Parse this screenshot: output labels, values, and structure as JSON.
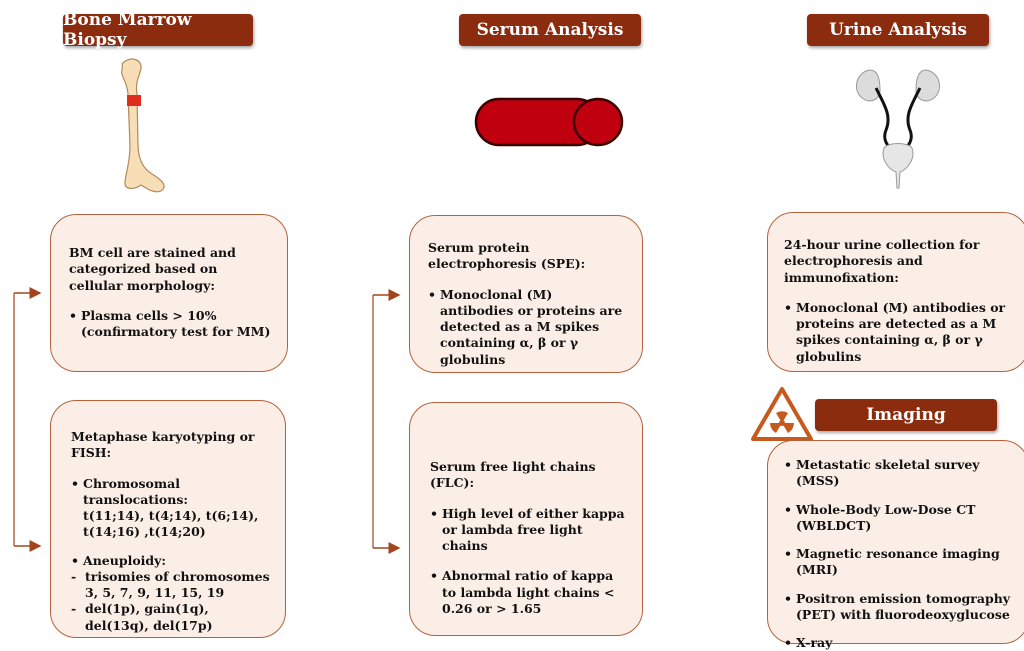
{
  "headers": {
    "bone_marrow": "Bone Marrow Biopsy",
    "serum": "Serum Analysis",
    "urine": "Urine Analysis",
    "imaging": "Imaging"
  },
  "bm_box1": {
    "title": "BM cell are stained and categorized based on cellular morphology:",
    "bullet": "•",
    "item1": "Plasma cells > 10%",
    "item1_cont": "(confirmatory test for MM)"
  },
  "bm_box2": {
    "title": "Metaphase karyotyping or FISH:",
    "bullet": "•",
    "item1": "Chromosomal translocations:",
    "item1_cont": "t(11;14), t(4;14), t(6;14), t(14;16) ,t(14;20)",
    "item2": "Aneuploidy:",
    "dash": "-",
    "sub1": "trisomies of chromosomes 3, 5, 7, 9, 11, 15, 19",
    "sub2": "del(1p), gain(1q), del(13q), del(17p)"
  },
  "serum_box1": {
    "title": "Serum protein electrophoresis (SPE):",
    "bullet": "•",
    "item1": "Monoclonal (M) antibodies or proteins are detected as a M spikes containing α, β or γ globulins"
  },
  "serum_box2": {
    "title": "Serum free light chains (FLC):",
    "bullet": "•",
    "item1": "High level of either kappa or lambda free light chains",
    "item2": "Abnormal ratio of kappa to lambda light chains < 0.26 or > 1.65"
  },
  "urine_box": {
    "title": "24-hour urine collection for electrophoresis and immunofixation:",
    "bullet": "•",
    "item1": "Monoclonal (M) antibodies or proteins are detected as a M spikes containing α, β or γ globulins"
  },
  "imaging_box": {
    "bullet": "•",
    "items": [
      "Metastatic skeletal survey (MSS)",
      "Whole-Body Low-Dose CT (WBLDCT)",
      "Magnetic resonance imaging (MRI)",
      "Positron emission tomography (PET) with fluorodeoxyglucose",
      "X-ray"
    ]
  },
  "colors": {
    "header_bg": "#8b2c0f",
    "box_bg": "#fbeee6",
    "box_border": "#b5623c",
    "tube": "#c0000f",
    "arrow": "#a3451c",
    "bone": "#f7deb6"
  },
  "icons": [
    "bone-icon",
    "test-tube-icon",
    "urinary-system-icon",
    "radiation-hazard-icon"
  ]
}
